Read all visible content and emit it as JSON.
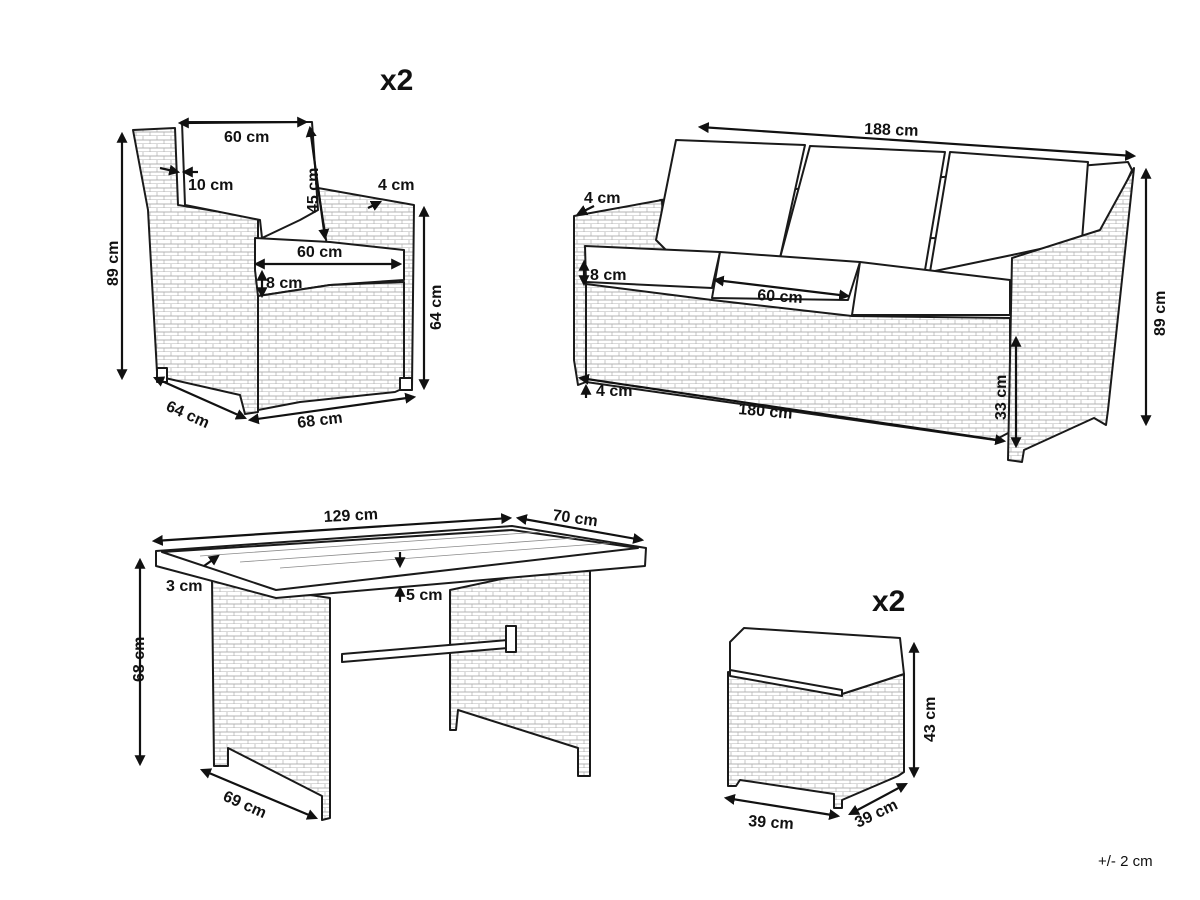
{
  "armchair": {
    "quantity": "x2",
    "dims": {
      "back_width": "60 cm",
      "arm_inset": "10 cm",
      "back_height": "45 cm",
      "arm_thickness": "4 cm",
      "seat_width": "60 cm",
      "seat_cushion": "8 cm",
      "total_height": "89 cm",
      "arm_height": "64 cm",
      "depth": "64 cm",
      "width": "68 cm"
    }
  },
  "sofa": {
    "dims": {
      "total_width": "188 cm",
      "arm_thickness": "4 cm",
      "seat_cushion": "8 cm",
      "seat_width": "60 cm",
      "ground_clearance": "4 cm",
      "base_width": "180 cm",
      "seat_height": "33 cm",
      "total_height": "89 cm"
    }
  },
  "table": {
    "dims": {
      "length": "129 cm",
      "depth": "70 cm",
      "edge": "3 cm",
      "top_thickness": "5 cm",
      "height": "68 cm",
      "base_depth": "69 cm"
    }
  },
  "footstool": {
    "quantity": "x2",
    "dims": {
      "height": "43 cm",
      "width": "39 cm",
      "depth": "39 cm"
    }
  },
  "tolerance": "+/- 2 cm"
}
